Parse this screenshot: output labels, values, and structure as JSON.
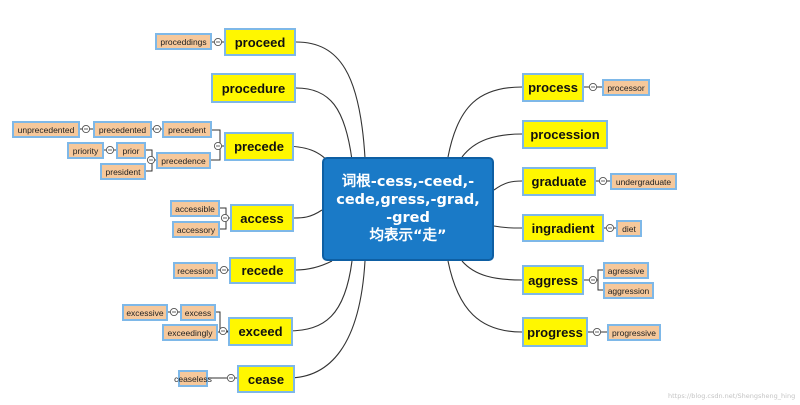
{
  "root": {
    "lines": [
      "词根-cess,-ceed,-",
      "cede,gress,-grad,",
      "-gred",
      "均表示“走”"
    ]
  },
  "left_nodes": {
    "proceed": {
      "label": "proceed",
      "children": {
        "proceddings": "proceddings"
      }
    },
    "procedure": {
      "label": "procedure"
    },
    "precede": {
      "label": "precede",
      "children": {
        "precedent": "precedent",
        "precedented": "precedented",
        "unprecedented": "unprecedented",
        "precedence": "precedence",
        "prior": "prior",
        "priority": "priority",
        "president": "president"
      }
    },
    "access": {
      "label": "access",
      "children": {
        "accessible": "accessible",
        "accessory": "accessory"
      }
    },
    "recede": {
      "label": "recede",
      "children": {
        "recession": "recession"
      }
    },
    "exceed": {
      "label": "exceed",
      "children": {
        "excess": "excess",
        "excessive": "excessive",
        "exceedingly": "exceedingly"
      }
    },
    "cease": {
      "label": "cease",
      "children": {
        "ceaseless": "ceaseless"
      }
    }
  },
  "right_nodes": {
    "process": {
      "label": "process",
      "children": {
        "processor": "processor"
      }
    },
    "procession": {
      "label": "procession"
    },
    "graduate": {
      "label": "graduate",
      "children": {
        "undergraduate": "undergraduate"
      }
    },
    "ingradient": {
      "label": "ingradient",
      "children": {
        "diet": "diet"
      }
    },
    "aggress": {
      "label": "aggress",
      "children": {
        "agressive": "agressive",
        "aggression": "aggression"
      }
    },
    "progress": {
      "label": "progress",
      "children": {
        "progressive": "progressive"
      }
    }
  },
  "watermark": "https://blog.csdn.net/Shengsheng_hing",
  "colors": {
    "root_fill": "#1a7ac7",
    "main_fill": "#fff700",
    "sub_fill": "#f6c89b",
    "border": "#7eb8e8",
    "line": "#333333"
  }
}
